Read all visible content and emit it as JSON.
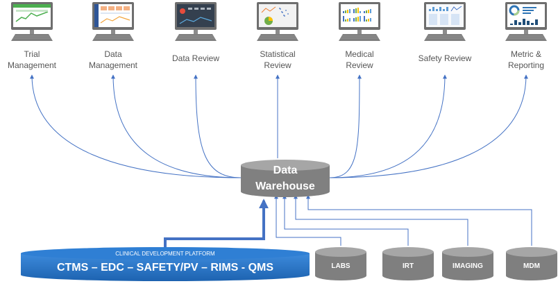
{
  "monitors": [
    {
      "label_lines": [
        "Trial",
        "Management"
      ],
      "screen": "line-chart"
    },
    {
      "label_lines": [
        "Data",
        "Management"
      ],
      "screen": "dashboard"
    },
    {
      "label_lines": [
        "Data Review"
      ],
      "screen": "dark-dashboard"
    },
    {
      "label_lines": [
        "Statistical",
        "Review"
      ],
      "screen": "mixed-charts"
    },
    {
      "label_lines": [
        "Medical",
        "Review"
      ],
      "screen": "bar-grid"
    },
    {
      "label_lines": [
        "Safety Review"
      ],
      "screen": "analytics"
    },
    {
      "label_lines": [
        "Metric &",
        "Reporting"
      ],
      "screen": "donut-report"
    }
  ],
  "warehouse": {
    "lines": [
      "Data",
      "Warehouse"
    ]
  },
  "platform": {
    "title": "CLINICAL DEVELOPMENT PLATFORM",
    "systems": "CTMS – EDC – SAFETY/PV – RIMS - QMS"
  },
  "sources": [
    {
      "label": "LABS"
    },
    {
      "label": "IRT"
    },
    {
      "label": "IMAGING"
    },
    {
      "label": "MDM"
    }
  ],
  "colors": {
    "arrow_blue": "#4472C4",
    "platform_blue": "#1F6FC5",
    "cylinder_gray": "#7F7F7F",
    "monitor_gray": "#7F7F7F",
    "label_text": "#555555"
  }
}
